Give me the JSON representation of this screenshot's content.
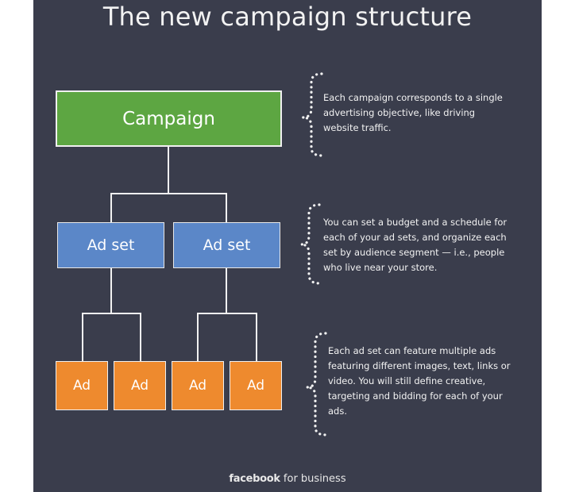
{
  "title": "The new campaign structure",
  "campaign": {
    "label": "Campaign"
  },
  "adsets": [
    {
      "label": "Ad set"
    },
    {
      "label": "Ad set"
    }
  ],
  "ads": [
    {
      "label": "Ad"
    },
    {
      "label": "Ad"
    },
    {
      "label": "Ad"
    },
    {
      "label": "Ad"
    }
  ],
  "descriptions": {
    "campaign": [
      "Each campaign corresponds to a single",
      "advertising objective, like driving",
      "website traffic."
    ],
    "adset": [
      "You can set a budget and a schedule for",
      "each of your ad sets, and organize each",
      "set by audience segment — i.e., people",
      "who live near your store."
    ],
    "ad": [
      "Each ad set can feature multiple ads",
      "featuring different images, text, links or",
      "video. You will still define creative,",
      "targeting and bidding for each of your",
      "ads."
    ]
  },
  "footer": {
    "brand": "facebook",
    "suffix": "for business"
  },
  "colors": {
    "background": "#3a3d4c",
    "campaign": "#5da642",
    "adset": "#5b87c8",
    "ad": "#ee8a2e",
    "text": "#f2f2f2"
  }
}
